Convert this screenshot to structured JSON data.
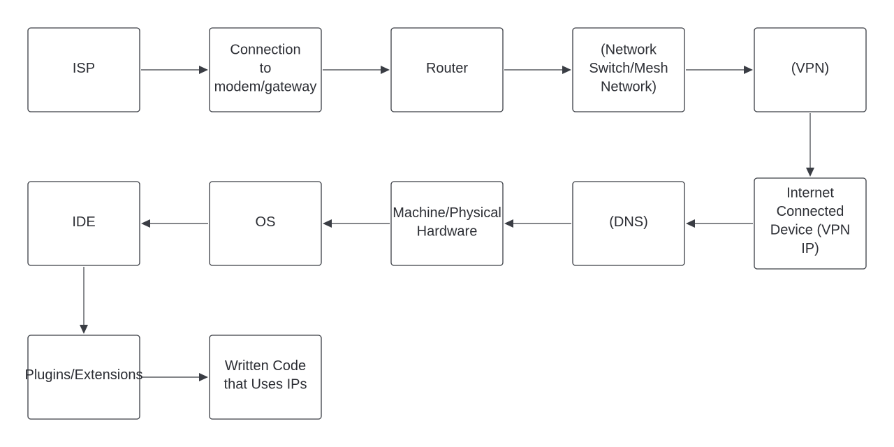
{
  "diagram": {
    "type": "flowchart",
    "colors": {
      "stroke": "#3a3d44",
      "text": "#2b2d33",
      "background": "#ffffff"
    },
    "nodes": [
      {
        "id": "isp",
        "name": "node-isp",
        "lines": [
          "ISP"
        ]
      },
      {
        "id": "connection",
        "name": "node-connection-modem-gateway",
        "lines": [
          "Connection",
          "to",
          "modem/gateway"
        ]
      },
      {
        "id": "router",
        "name": "node-router",
        "lines": [
          "Router"
        ]
      },
      {
        "id": "switch",
        "name": "node-network-switch-mesh",
        "lines": [
          "(Network",
          "Switch/Mesh",
          "Network)"
        ]
      },
      {
        "id": "vpn",
        "name": "node-vpn",
        "lines": [
          "(VPN)"
        ]
      },
      {
        "id": "device",
        "name": "node-internet-connected-device",
        "lines": [
          "Internet",
          "Connected",
          "Device (VPN",
          "IP)"
        ]
      },
      {
        "id": "dns",
        "name": "node-dns",
        "lines": [
          "(DNS)"
        ]
      },
      {
        "id": "hardware",
        "name": "node-machine-physical-hardware",
        "lines": [
          "Machine/Physical",
          "Hardware"
        ]
      },
      {
        "id": "os",
        "name": "node-os",
        "lines": [
          "OS"
        ]
      },
      {
        "id": "ide",
        "name": "node-ide",
        "lines": [
          "IDE"
        ]
      },
      {
        "id": "plugins",
        "name": "node-plugins-extensions",
        "lines": [
          "Plugins/Extensions"
        ]
      },
      {
        "id": "code",
        "name": "node-written-code",
        "lines": [
          "Written Code",
          "that Uses IPs"
        ]
      }
    ],
    "edges": [
      {
        "from": "isp",
        "to": "connection"
      },
      {
        "from": "connection",
        "to": "router"
      },
      {
        "from": "router",
        "to": "switch"
      },
      {
        "from": "switch",
        "to": "vpn"
      },
      {
        "from": "vpn",
        "to": "device"
      },
      {
        "from": "device",
        "to": "dns"
      },
      {
        "from": "dns",
        "to": "hardware"
      },
      {
        "from": "hardware",
        "to": "os"
      },
      {
        "from": "os",
        "to": "ide"
      },
      {
        "from": "ide",
        "to": "plugins"
      },
      {
        "from": "plugins",
        "to": "code"
      }
    ]
  }
}
